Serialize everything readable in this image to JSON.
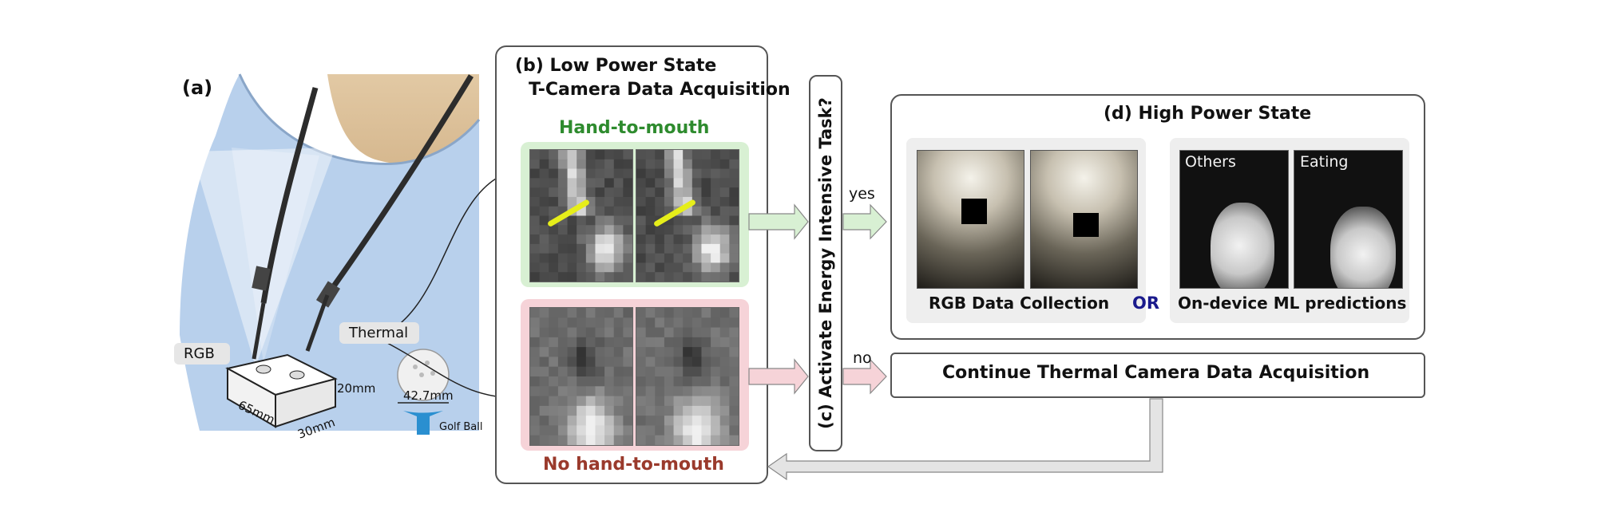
{
  "panel_a": {
    "label": "(a)",
    "rgb_tag": "RGB",
    "thermal_tag": "Thermal",
    "dim_height": "20mm",
    "dim_length": "65mm",
    "dim_width": "30mm",
    "ball_diameter": "42.7mm",
    "ball_label": "Golf Ball"
  },
  "panel_b": {
    "title_line1": "(b)  Low Power State",
    "title_line2": "T-Camera Data Acquisition",
    "positive_label": "Hand-to-mouth",
    "negative_label": "No hand-to-mouth",
    "positive_color": "#2e8b2e",
    "negative_color": "#9a3a2c"
  },
  "panel_c": {
    "question": "(c) Activate Energy Intensive Task?",
    "yes_label": "yes",
    "no_label": "no"
  },
  "panel_d": {
    "title": "(d) High Power State",
    "rgb_caption": "RGB Data Collection",
    "or_label": "OR",
    "or_color": "#1a1a8c",
    "ml_caption": "On-device ML predictions",
    "pred_others": "Others",
    "pred_eating": "Eating"
  },
  "continue_box": {
    "label": "Continue Thermal Camera Data Acquisition"
  },
  "icons": [
    "thermal-frame-icon",
    "rgb-frame-icon",
    "arrow-icon",
    "golf-ball-icon",
    "camera-device-icon"
  ]
}
